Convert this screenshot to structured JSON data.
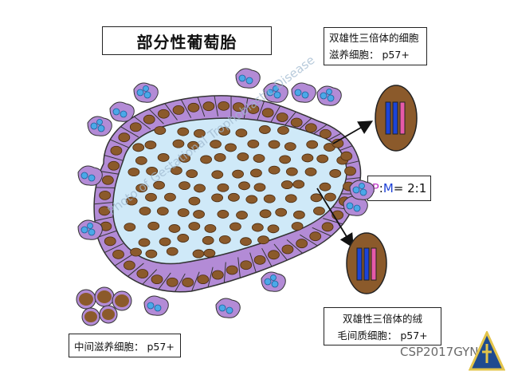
{
  "title": "部分性葡萄胎",
  "labels": {
    "top_right_line1": "双雄性三倍体的细胞",
    "top_right_line2": "滋养细胞： p57+",
    "ratio_p": "P",
    "ratio_colon": ":",
    "ratio_m": "M",
    "ratio_rest": " = 2:1",
    "bottom_left": "中间滋养细胞： p57+",
    "bottom_right_line1": "双雄性三倍体的绒",
    "bottom_right_line2": "毛间质细胞： p57+"
  },
  "watermarks": {
    "diagonal": "Photo of Gestational Trophoblastic Disease",
    "corner": "CSP2017GYN"
  },
  "colors": {
    "stroma": "#cfe9f8",
    "cell_purple": "#b38bd6",
    "nucleus_brown": "#8b5a2b",
    "chromosome_blue": "#1c44d8",
    "chromosome_pink": "#e65aa8",
    "syncytial_blue": "#4aa8e8"
  }
}
